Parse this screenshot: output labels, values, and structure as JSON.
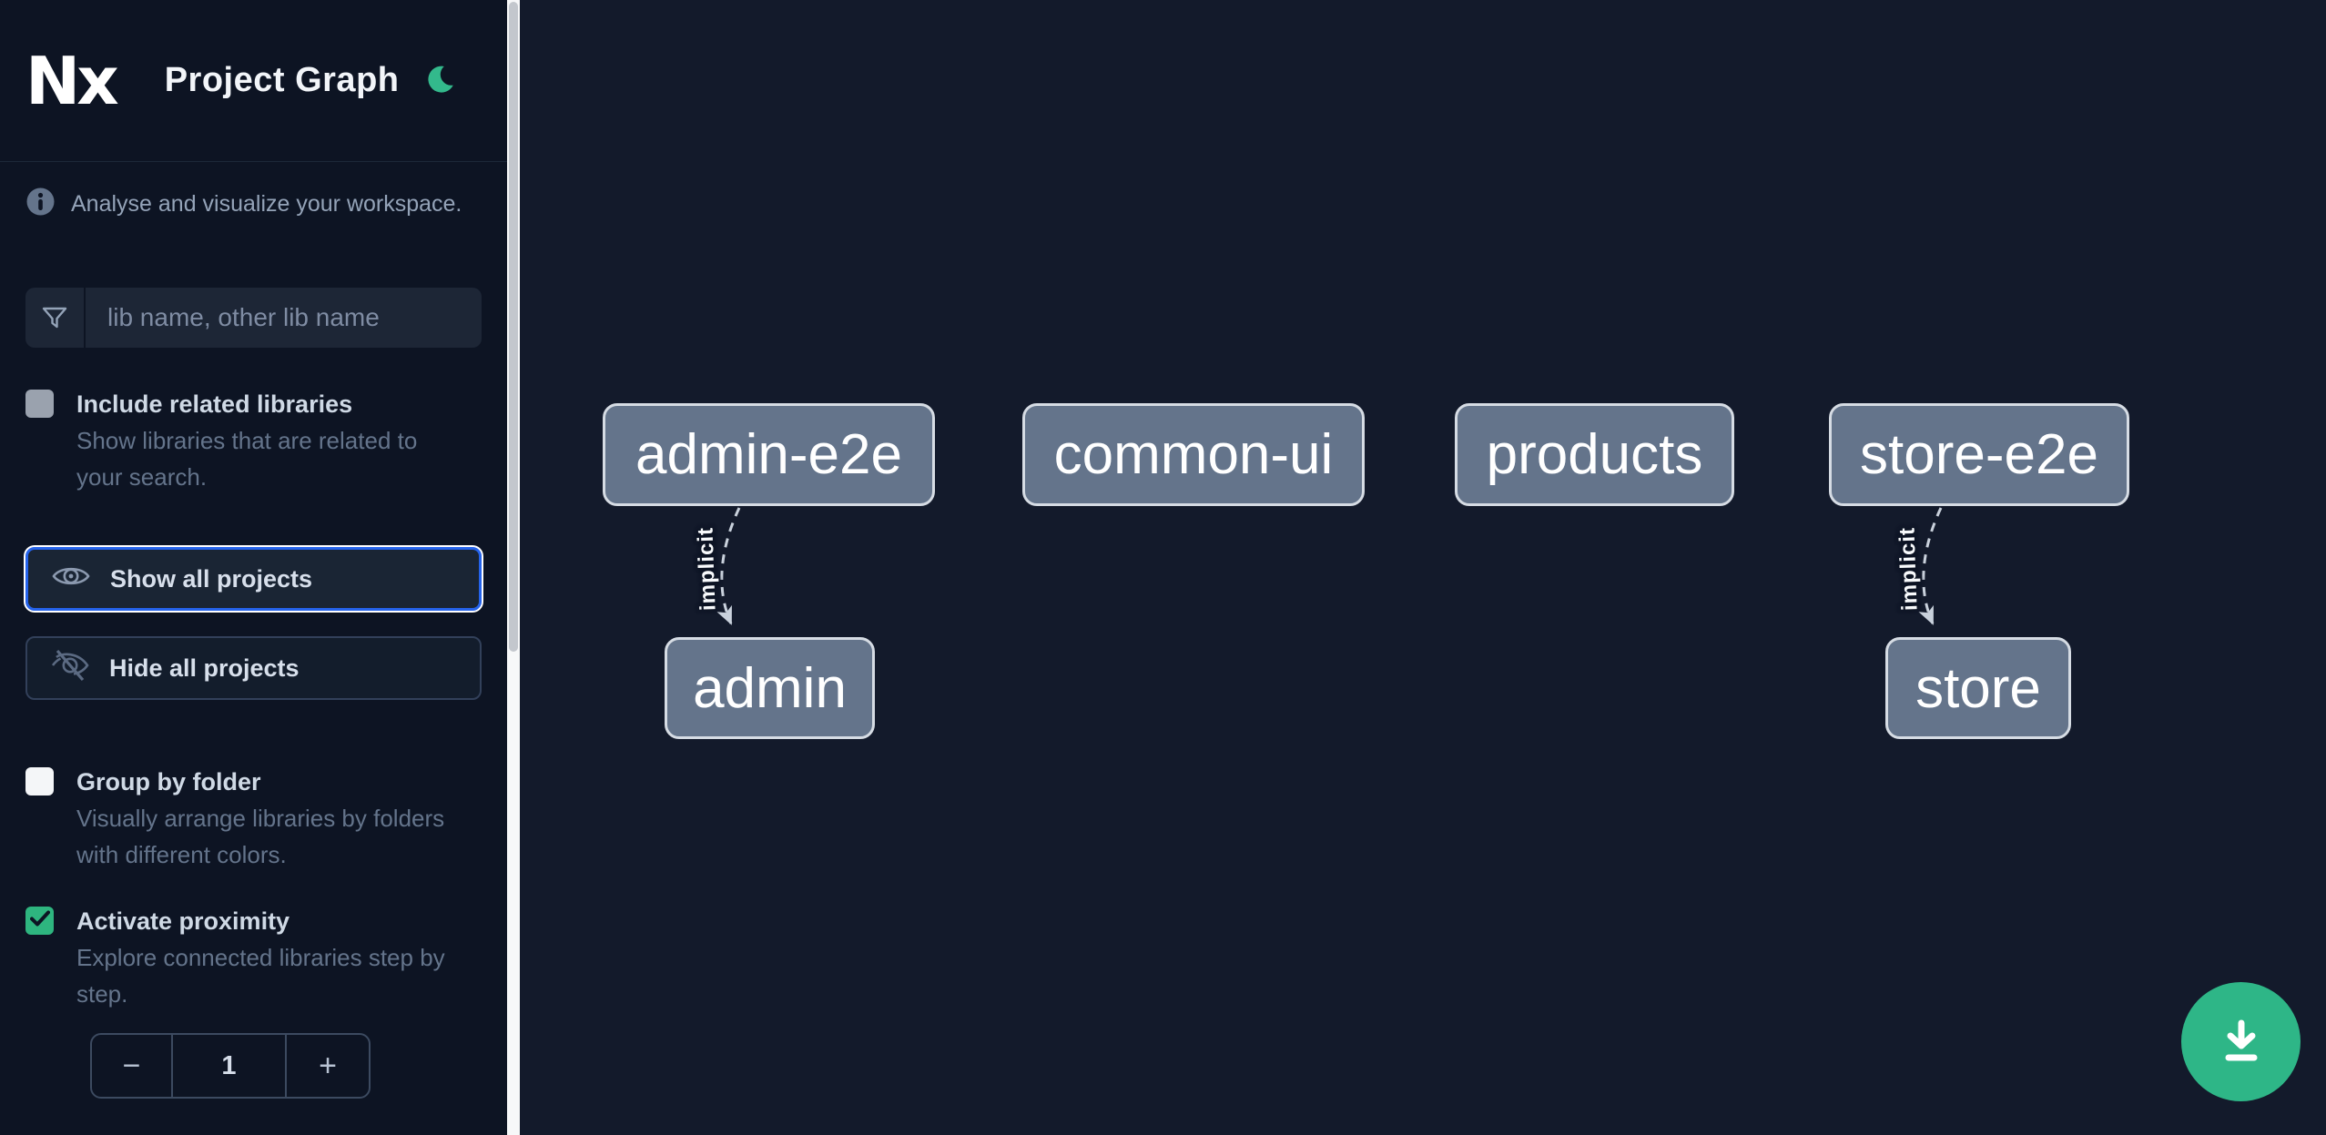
{
  "header": {
    "logo_text": "Nx",
    "title": "Project Graph"
  },
  "sidebar": {
    "info_text": "Analyse and visualize your workspace.",
    "search": {
      "placeholder": "lib name, other lib name",
      "value": ""
    },
    "toggles": [
      {
        "label": "Include related libraries",
        "description": "Show libraries that are related to your search.",
        "checked": false,
        "disabled": true
      },
      {
        "label": "Group by folder",
        "description": "Visually arrange libraries by folders with different colors.",
        "checked": false
      },
      {
        "label": "Activate proximity",
        "description": "Explore connected libraries step by step.",
        "checked": true
      }
    ],
    "buttons": [
      {
        "label": "Show all projects",
        "icon": "eye-icon",
        "focused": true
      },
      {
        "label": "Hide all projects",
        "icon": "eye-off-icon",
        "focused": false
      }
    ],
    "proximity_stepper": {
      "decrement_label": "−",
      "value": "1",
      "increment_label": "+"
    }
  },
  "graph": {
    "nodes": [
      {
        "label": "admin-e2e"
      },
      {
        "label": "common-ui"
      },
      {
        "label": "products"
      },
      {
        "label": "store-e2e"
      },
      {
        "label": "admin"
      },
      {
        "label": "store"
      }
    ],
    "edges": [
      {
        "source": "admin-e2e",
        "target": "admin",
        "label": "implicit",
        "style": "dashed"
      },
      {
        "source": "store-e2e",
        "target": "store",
        "label": "implicit",
        "style": "dashed"
      }
    ]
  },
  "fab": {
    "icon": "download-icon"
  },
  "colors": {
    "accent_green": "#2eb687",
    "checkbox_checked_green": "#2eb57f",
    "focus_ring_blue": "#2563eb",
    "node_fill": "#64748b",
    "node_border": "#d6dce4",
    "edge_color": "#c9d1dc",
    "sidebar_bg": "#0d1423",
    "canvas_bg": "#131a2b",
    "scrollbar_track": "#f7f8f9",
    "scrollbar_thumb": "#c3c7cd"
  }
}
